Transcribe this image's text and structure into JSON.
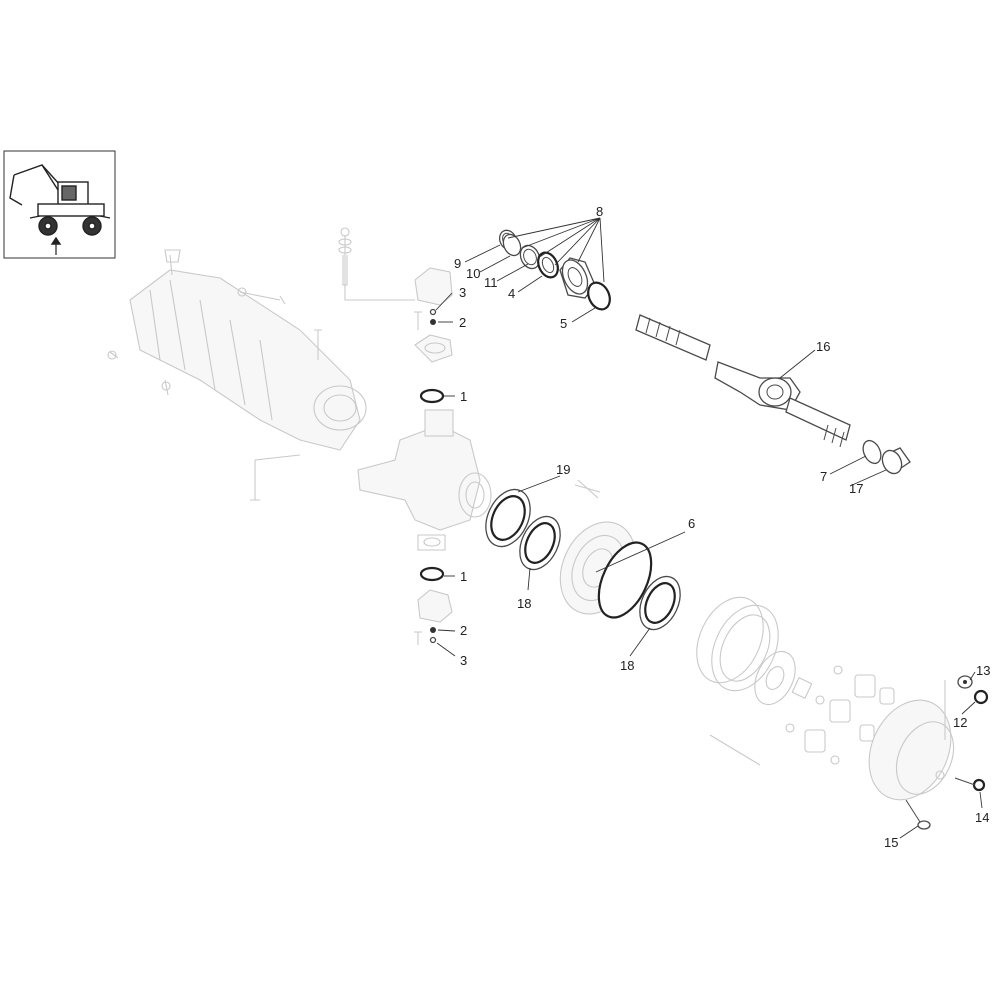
{
  "diagram": {
    "colors": {
      "parts": "#4a4a4a",
      "ghost": "#c9c9c9",
      "text": "#222222"
    },
    "thumbnail_icon": "excavator-icon",
    "callouts": [
      {
        "id": "c8",
        "text": "8"
      },
      {
        "id": "c9",
        "text": "9"
      },
      {
        "id": "c10",
        "text": "10"
      },
      {
        "id": "c11",
        "text": "11"
      },
      {
        "id": "c4",
        "text": "4"
      },
      {
        "id": "c5",
        "text": "5"
      },
      {
        "id": "c3a",
        "text": "3"
      },
      {
        "id": "c2a",
        "text": "2"
      },
      {
        "id": "c1a",
        "text": "1"
      },
      {
        "id": "c16",
        "text": "16"
      },
      {
        "id": "c7",
        "text": "7"
      },
      {
        "id": "c17",
        "text": "17"
      },
      {
        "id": "c19",
        "text": "19"
      },
      {
        "id": "c6",
        "text": "6"
      },
      {
        "id": "c18a",
        "text": "18"
      },
      {
        "id": "c1b",
        "text": "1"
      },
      {
        "id": "c2b",
        "text": "2"
      },
      {
        "id": "c3b",
        "text": "3"
      },
      {
        "id": "c18b",
        "text": "18"
      },
      {
        "id": "c13",
        "text": "13"
      },
      {
        "id": "c12",
        "text": "12"
      },
      {
        "id": "c14",
        "text": "14"
      },
      {
        "id": "c15",
        "text": "15"
      }
    ]
  }
}
